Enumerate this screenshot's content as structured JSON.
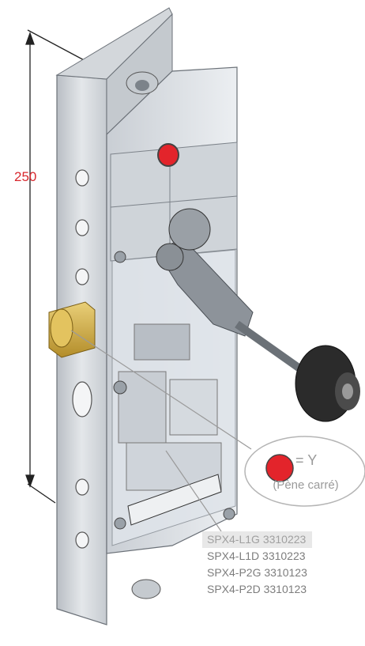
{
  "dimension": {
    "value": "250",
    "color": "#d8282e"
  },
  "callout": {
    "equals": "= Y",
    "note": "(Pène carré)",
    "dot_color": "#e3242b"
  },
  "references": [
    "SPX4-L1G 3310223",
    "SPX4-L1D 3310223",
    "SPX4-P2G 3310123",
    "SPX4-P2D 3310123"
  ],
  "highlighted_reference_index": 0,
  "colors": {
    "bolt": "#d2b04a",
    "roller": "#2b2b2b",
    "metal": "#d9dde2"
  }
}
